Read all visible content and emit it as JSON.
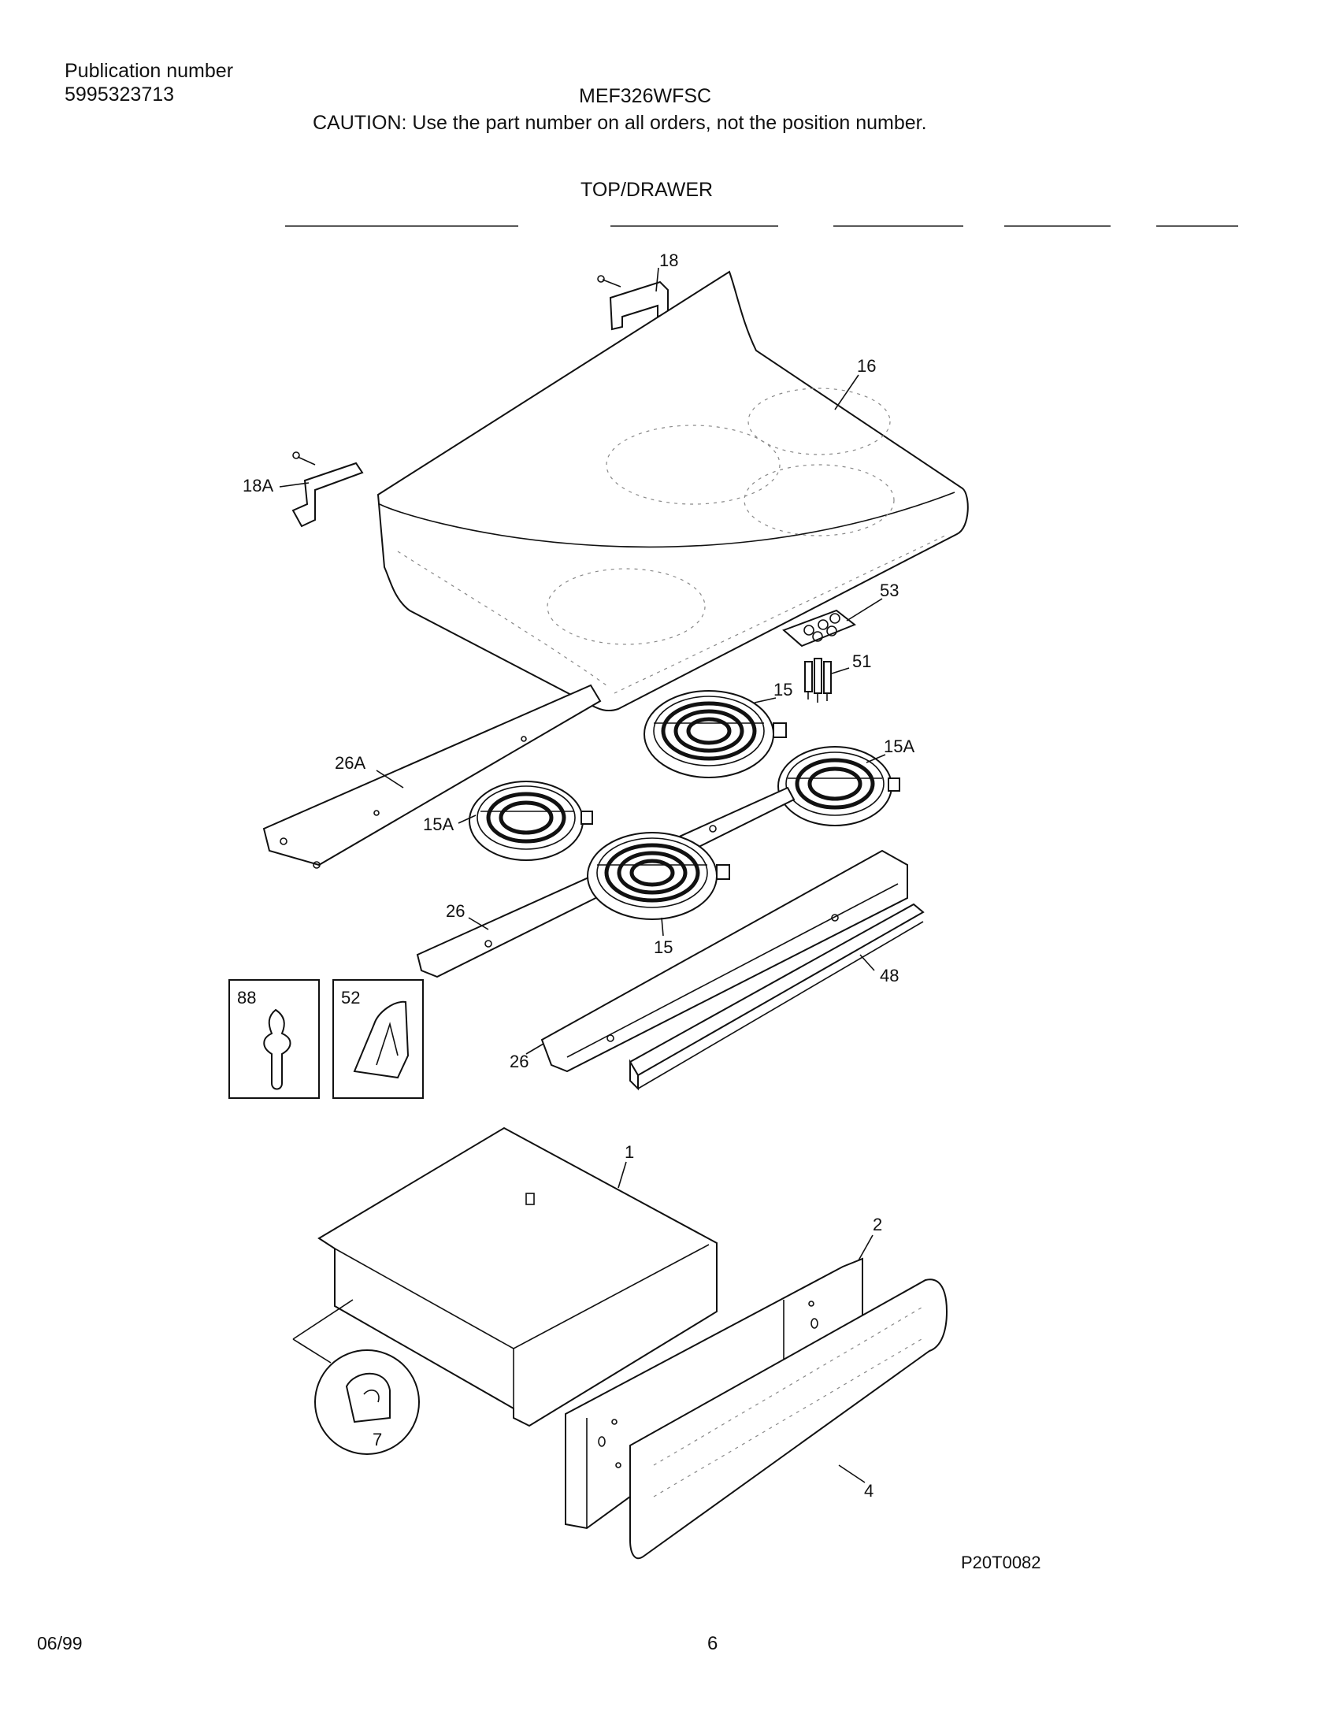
{
  "header": {
    "publication_label": "Publication number",
    "publication_number": "5995323713",
    "model": "MEF326WFSC",
    "caution": "CAUTION:  Use the part number on all orders, not the position number.",
    "section_title": "TOP/DRAWER"
  },
  "callouts": {
    "p18": "18",
    "p16": "16",
    "p18A": "18A",
    "p53": "53",
    "p51": "51",
    "p15_top": "15",
    "p15A_right": "15A",
    "p26A": "26A",
    "p15A_left": "15A",
    "p26_upper": "26",
    "p15_bottom": "15",
    "p48": "48",
    "p26_lower": "26",
    "p1": "1",
    "p2": "2",
    "p7": "7",
    "p4": "4"
  },
  "inset_boxes": {
    "box88": "88",
    "box52": "52"
  },
  "footer": {
    "diagram_code": "P20T0082",
    "date": "06/99",
    "page_number": "6"
  }
}
